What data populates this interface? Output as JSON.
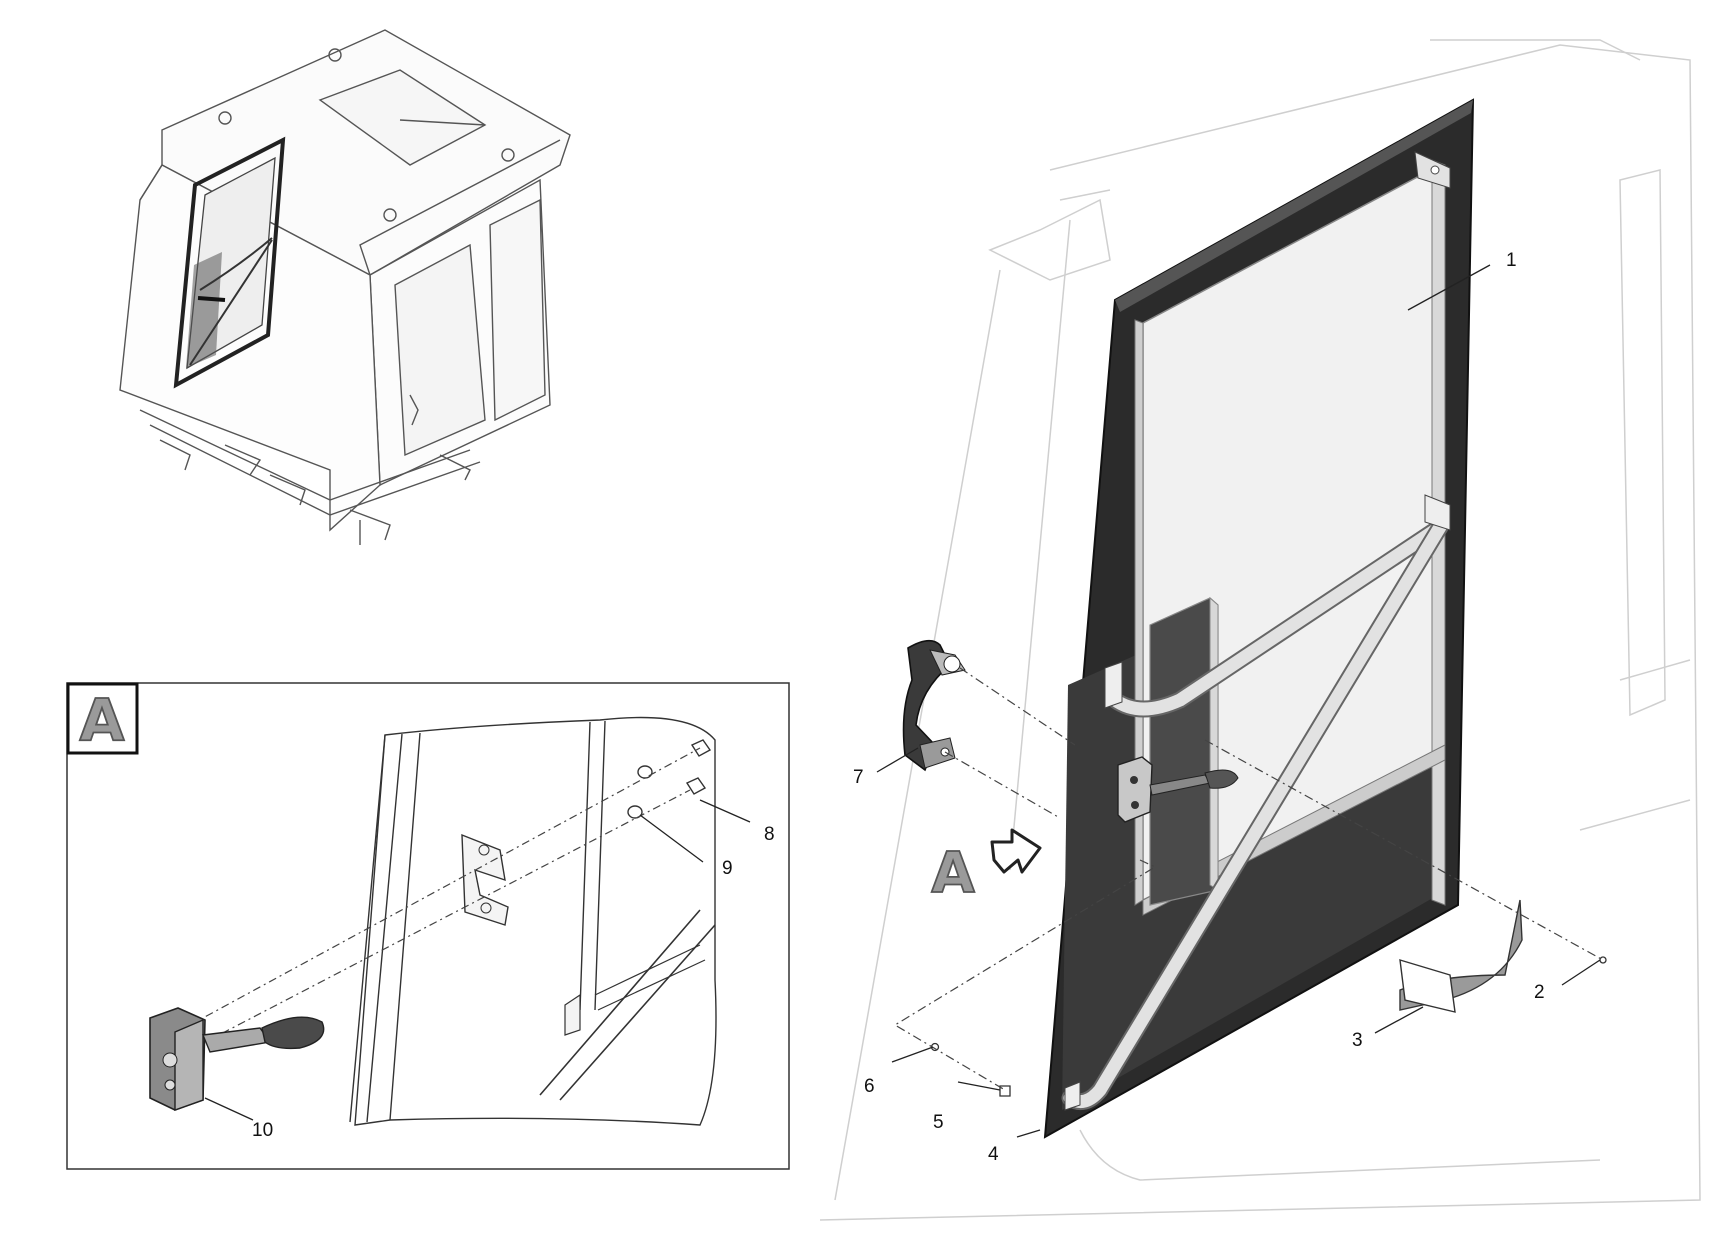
{
  "callouts": [
    {
      "id": "1",
      "label": "1"
    },
    {
      "id": "2",
      "label": "2"
    },
    {
      "id": "3",
      "label": "3"
    },
    {
      "id": "4",
      "label": "4"
    },
    {
      "id": "5",
      "label": "5"
    },
    {
      "id": "6",
      "label": "6"
    },
    {
      "id": "7",
      "label": "7"
    },
    {
      "id": "8",
      "label": "8"
    },
    {
      "id": "9",
      "label": "9"
    },
    {
      "id": "10",
      "label": "10"
    }
  ],
  "detail": {
    "letter": "A"
  },
  "view_marker": {
    "letter": "A"
  },
  "colors": {
    "frame": "#2b2b2b",
    "glass": "#f1f1f1",
    "panel": "#3a3a3a",
    "rail": "#d9d9d9",
    "ghost": "#cfcfcf",
    "letter": "#9a9a9a"
  }
}
